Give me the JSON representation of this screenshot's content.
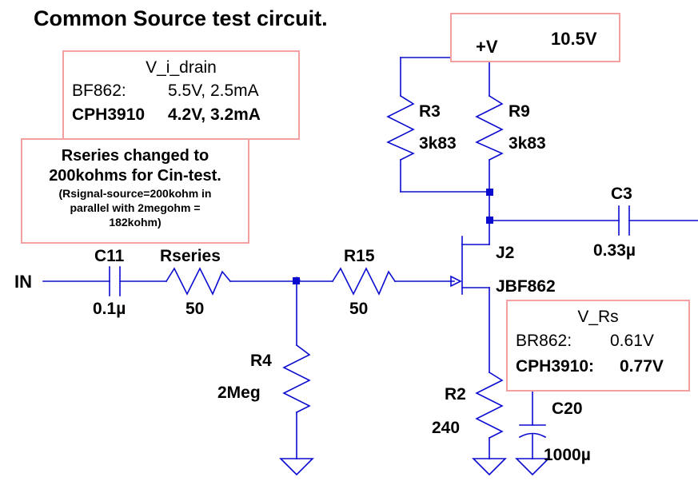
{
  "title": "Common Source test circuit.",
  "supply": {
    "label": "+V",
    "value": "10.5V"
  },
  "components": {
    "C11": {
      "name": "C11",
      "value": "0.1µ"
    },
    "Rseries": {
      "name": "Rseries",
      "value": "50"
    },
    "R15": {
      "name": "R15",
      "value": "50"
    },
    "R4": {
      "name": "R4",
      "value": "2Meg"
    },
    "R3": {
      "name": "R3",
      "value": "3k83"
    },
    "R9": {
      "name": "R9",
      "value": "3k83"
    },
    "J2": {
      "name": "J2",
      "value": "JBF862"
    },
    "R2": {
      "name": "R2",
      "value": "240"
    },
    "C20": {
      "name": "C20",
      "value": "1000µ"
    },
    "C3": {
      "name": "C3",
      "value": "0.33µ"
    }
  },
  "input_label": "IN",
  "note_drain": {
    "heading": "V_i_drain",
    "rows": [
      {
        "part": "BF862:",
        "value": "5.5V, 2.5mA"
      },
      {
        "part": "CPH3910",
        "value": "4.2V, 3.2mA"
      }
    ]
  },
  "note_rseries": {
    "line1": "Rseries changed to",
    "line2": "200kohms for Cin-test.",
    "line3": "(Rsignal-source=200kohm in",
    "line4": "parallel with 2megohm =",
    "line5": "182kohm)"
  },
  "note_rs": {
    "heading": "V_Rs",
    "rows": [
      {
        "part": "BR862:",
        "value": "0.61V"
      },
      {
        "part": "CPH3910:",
        "value": "0.77V"
      }
    ]
  },
  "colors": {
    "wire": "#0b0bd0",
    "note_border": "#f2a0a0"
  }
}
